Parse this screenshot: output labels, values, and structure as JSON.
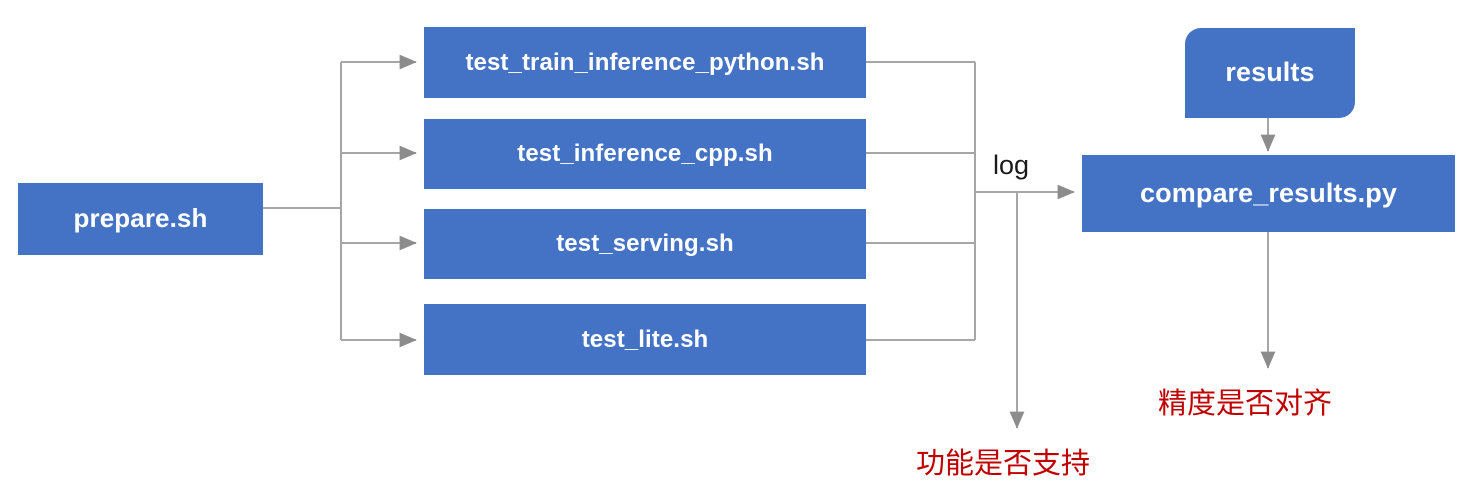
{
  "diagram": {
    "title": "test pipeline flowchart",
    "colors": {
      "node_fill": "#4472C4",
      "node_text": "#FFFFFF",
      "connector": "#A6A6A6",
      "note_text": "#C00000",
      "background": "#FFFFFF"
    },
    "nodes": {
      "prepare": {
        "label": "prepare.sh",
        "shape": "rectangle"
      },
      "test_train_inference_python": {
        "label": "test_train_inference_python.sh",
        "shape": "rectangle"
      },
      "test_inference_cpp": {
        "label": "test_inference_cpp.sh",
        "shape": "rectangle"
      },
      "test_serving": {
        "label": "test_serving.sh",
        "shape": "rectangle"
      },
      "test_lite": {
        "label": "test_lite.sh",
        "shape": "rectangle"
      },
      "results": {
        "label": "results",
        "shape": "rounded-rectangle"
      },
      "compare_results": {
        "label": "compare_results.py",
        "shape": "rectangle"
      }
    },
    "edge_labels": {
      "log": "log"
    },
    "notes": {
      "feature_supported": "功能是否支持",
      "accuracy_aligned": "精度是否对齐"
    }
  }
}
